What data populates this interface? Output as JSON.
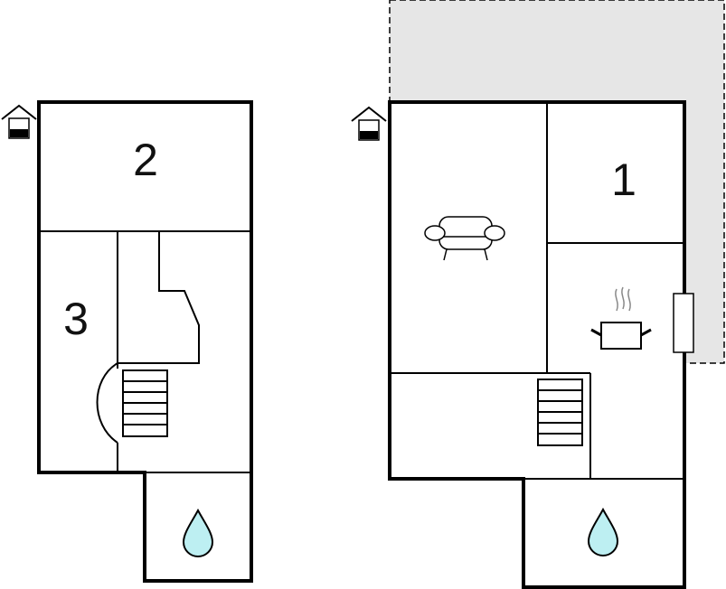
{
  "colors": {
    "wall": "#000000",
    "outdoor_area": "#e6e6e6",
    "water": "#bdeff2",
    "background": "#ffffff"
  },
  "left_floor": {
    "entrance_icon": "house-entrance-icon",
    "rooms": [
      {
        "label": "2"
      },
      {
        "label": "3"
      }
    ],
    "icons": [
      "stairs-icon",
      "water-drop-icon"
    ]
  },
  "right_floor": {
    "entrance_icon": "house-entrance-icon",
    "rooms": [
      {
        "label": "1"
      }
    ],
    "icons": [
      "sofa-icon",
      "cooking-pot-icon",
      "stairs-icon",
      "water-drop-icon",
      "window-icon"
    ],
    "outdoor_area": "terrace-area"
  }
}
